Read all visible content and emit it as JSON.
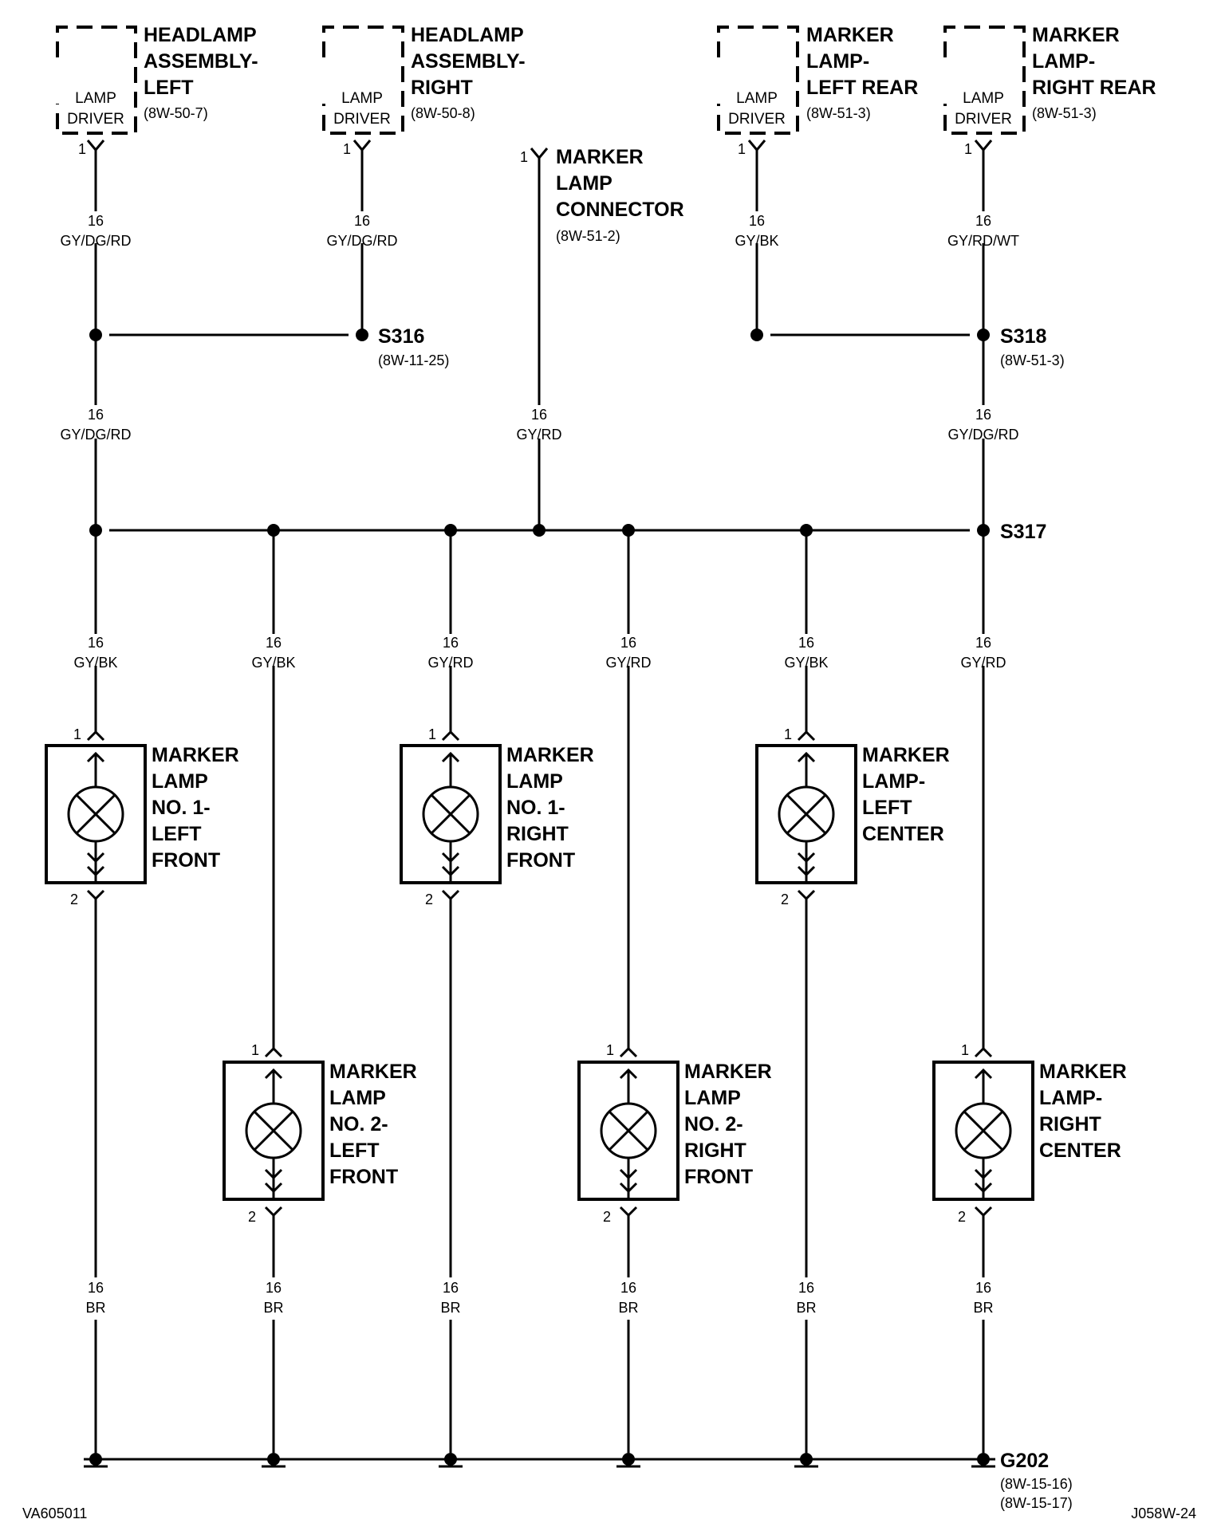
{
  "labels": {
    "lamp_driver": [
      "LAMP",
      "DRIVER"
    ],
    "pin1": "1",
    "pin2": "2",
    "doc_id_left": "VA605011",
    "doc_id_right": "J058W-24"
  },
  "drivers": [
    {
      "title": [
        "HEADLAMP",
        "ASSEMBLY-",
        "LEFT"
      ],
      "ref": "(8W-50-7)"
    },
    {
      "title": [
        "HEADLAMP",
        "ASSEMBLY-",
        "RIGHT"
      ],
      "ref": "(8W-50-8)"
    },
    {
      "title": [
        "MARKER",
        "LAMP-",
        "LEFT REAR"
      ],
      "ref": "(8W-51-3)"
    },
    {
      "title": [
        "MARKER",
        "LAMP-",
        "RIGHT REAR"
      ],
      "ref": "(8W-51-3)"
    }
  ],
  "connector": {
    "title": [
      "MARKER",
      "LAMP",
      "CONNECTOR"
    ],
    "ref": "(8W-51-2)"
  },
  "splices": [
    {
      "name": "S316",
      "ref": "(8W-11-25)"
    },
    {
      "name": "S318",
      "ref": "(8W-51-3)"
    },
    {
      "name": "S317",
      "ref": ""
    }
  ],
  "ground": {
    "name": "G202",
    "refs": [
      "(8W-15-16)",
      "(8W-15-17)"
    ]
  },
  "wires": {
    "d1": [
      "16",
      "GY/DG/RD"
    ],
    "d2": [
      "16",
      "GY/DG/RD"
    ],
    "d3": [
      "16",
      "GY/BK"
    ],
    "d4": [
      "16",
      "GY/RD/WT"
    ],
    "u1": [
      "16",
      "GY/DG/RD"
    ],
    "u2": [
      "16",
      "GY/RD"
    ],
    "u3": [
      "16",
      "GY/DG/RD"
    ],
    "lamp": [
      [
        "16",
        "GY/BK"
      ],
      [
        "16",
        "GY/BK"
      ],
      [
        "16",
        "GY/RD"
      ],
      [
        "16",
        "GY/RD"
      ],
      [
        "16",
        "GY/BK"
      ],
      [
        "16",
        "GY/RD"
      ]
    ],
    "ground": [
      "16",
      "BR"
    ]
  },
  "lamps": [
    [
      "MARKER",
      "LAMP",
      "NO. 1-",
      "LEFT",
      "FRONT"
    ],
    [
      "MARKER",
      "LAMP",
      "NO. 2-",
      "LEFT",
      "FRONT"
    ],
    [
      "MARKER",
      "LAMP",
      "NO. 1-",
      "RIGHT",
      "FRONT"
    ],
    [
      "MARKER",
      "LAMP",
      "NO. 2-",
      "RIGHT",
      "FRONT"
    ],
    [
      "MARKER",
      "LAMP-",
      "LEFT",
      "CENTER"
    ],
    [
      "MARKER",
      "LAMP-",
      "RIGHT",
      "CENTER"
    ]
  ]
}
